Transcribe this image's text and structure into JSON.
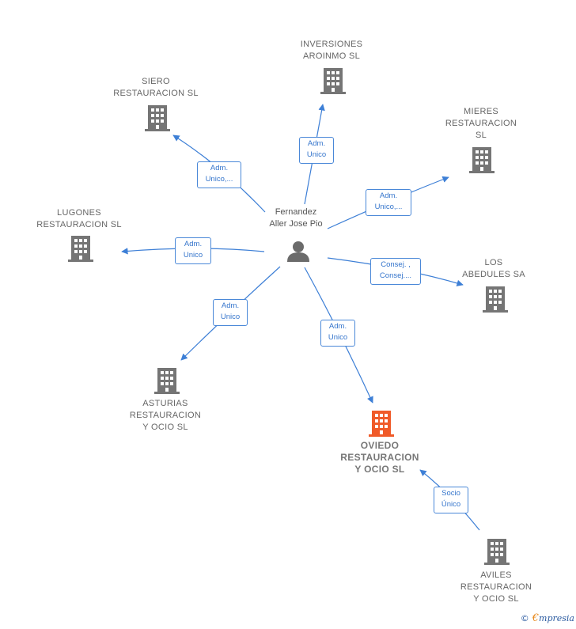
{
  "person": {
    "label": "Fernandez\nAller Jose Pio",
    "icon": "person-icon"
  },
  "companies": {
    "inversiones": {
      "label": "INVERSIONES\nAROINMO  SL",
      "icon": "building-icon"
    },
    "siero": {
      "label": "SIERO\nRESTAURACION SL",
      "icon": "building-icon"
    },
    "mieres": {
      "label": "MIERES\nRESTAURACION\nSL",
      "icon": "building-icon"
    },
    "lugones": {
      "label": "LUGONES\nRESTAURACION SL",
      "icon": "building-icon"
    },
    "abedules": {
      "label": "LOS\nABEDULES SA",
      "icon": "building-icon"
    },
    "asturias": {
      "label": "ASTURIAS\nRESTAURACION\nY OCIO  SL",
      "icon": "building-icon"
    },
    "oviedo": {
      "label": "OVIEDO\nRESTAURACION\nY OCIO  SL",
      "icon": "building-icon"
    },
    "aviles": {
      "label": "AVILES\nRESTAURACION\nY OCIO SL",
      "icon": "building-icon"
    }
  },
  "relations": {
    "inversiones": "Adm.\nUnico",
    "siero": "Adm.\nUnico,...",
    "mieres": "Adm.\nUnico,...",
    "lugones": "Adm.\nUnico",
    "abedules": "Consej. ,\nConsej....",
    "asturias": "Adm.\nUnico",
    "oviedo": "Adm.\nUnico",
    "aviles_oviedo": "Socio\nÚnico"
  },
  "colors": {
    "edge": "#3d7fd6",
    "building": "#757575",
    "building_highlight": "#f05a28",
    "person": "#6b6b6b"
  },
  "footer": {
    "copyright": "©",
    "brand_initial": "€",
    "brand_rest": "mpresia"
  }
}
